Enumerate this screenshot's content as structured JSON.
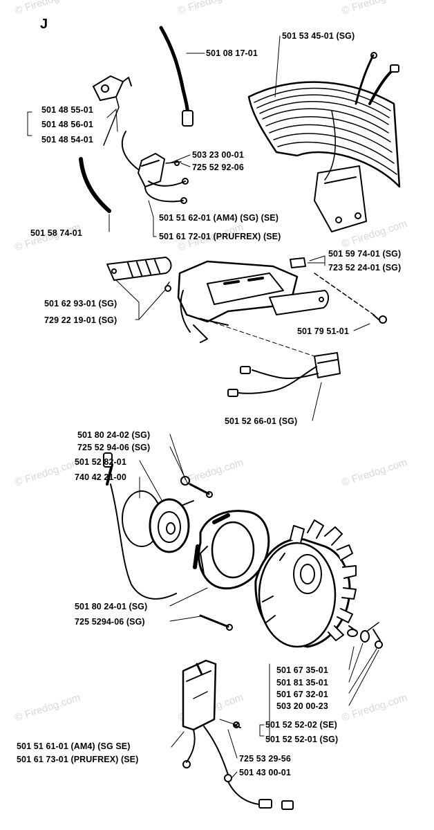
{
  "section_letter": "J",
  "watermark": "© Firedog.com",
  "labels": {
    "p1": "501 53 45-01 (SG)",
    "p2": "501 08 17-01",
    "p3": "501 48 55-01",
    "p4": "501 48 56-01",
    "p5": "501 48 54-01",
    "p6": "503 23 00-01",
    "p7": "725 52 92-06",
    "p8": "501 51 62-01 (AM4) (SG) (SE)",
    "p9": "501 61 72-01 (PRUFREX) (SE)",
    "p10": "501 58 74-01",
    "p11": "501 59 74-01 (SG)",
    "p12": "723 52 24-01 (SG)",
    "p13": "501 62 93-01 (SG)",
    "p14": "729 22 19-01 (SG)",
    "p15": "501 79 51-01",
    "p16": "501 52 66-01 (SG)",
    "p17": "501 80 24-02 (SG)",
    "p18": "725 52 94-06 (SG)",
    "p19": "501 52 82-01",
    "p20": "740 42 21-00",
    "p21": "501 80 24-01 (SG)",
    "p22": "725 5294-06 (SG)",
    "p23": "501 67 35-01",
    "p24": "501 81 35-01",
    "p25": "501 67 32-01",
    "p26": "503 20 00-23",
    "p27": "501 52 52-02 (SE)",
    "p28": "501 52 52-01 (SG)",
    "p29": "501 51 61-01 (AM4) (SG SE)",
    "p30": "501 61 73-01 (PRUFREX) (SE)",
    "p31": "725 53 29-56",
    "p32": "501 43 00-01"
  }
}
